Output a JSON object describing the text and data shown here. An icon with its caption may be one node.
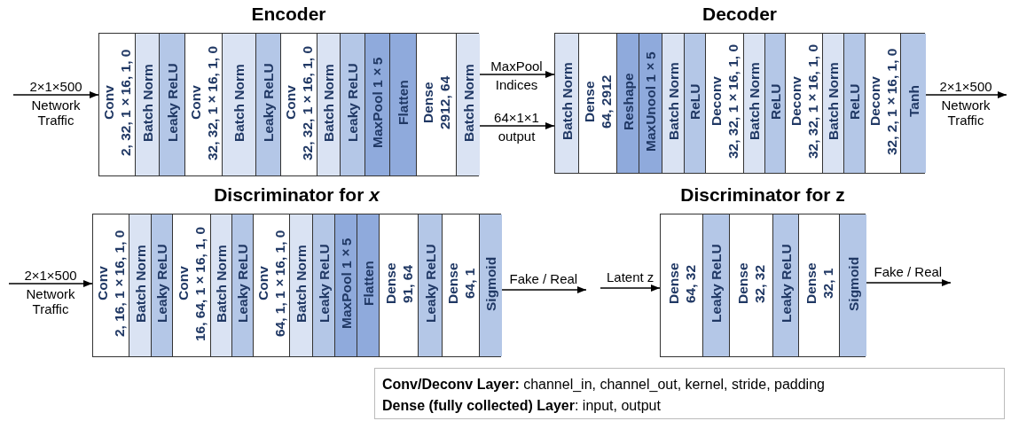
{
  "diagram": {
    "nodes": [
      {
        "text": [
          "Encoder"
        ]
      },
      {
        "text": [
          "Conv",
          "2, 32, 1×16, 1, 0"
        ],
        "in": 0
      },
      {
        "text": [
          "Batch Norm"
        ],
        "in": 0
      },
      {
        "text": [
          "Leaky ReLU"
        ],
        "in": 0
      },
      {
        "text": [
          "Conv",
          "32, 32, 1×16, 1, 0"
        ],
        "in": 0
      },
      {
        "text": [
          "Batch Norm"
        ],
        "in": 0
      },
      {
        "text": [
          "Leaky ReLU"
        ],
        "in": 0
      },
      {
        "text": [
          "Conv",
          "32, 32, 1×16, 1, 0"
        ],
        "in": 0
      },
      {
        "text": [
          "Batch Norm"
        ],
        "in": 0
      },
      {
        "text": [
          "Leaky ReLU"
        ],
        "in": 0
      },
      {
        "text": [
          "MaxPool 1×5"
        ],
        "in": 0
      },
      {
        "text": [
          "Flatten"
        ],
        "in": 0
      },
      {
        "text": [
          "Dense",
          "2912, 64"
        ],
        "in": 0
      },
      {
        "text": [
          "Batch Norm"
        ],
        "in": 0
      },
      {
        "text": [
          "Decoder"
        ]
      },
      {
        "text": [
          "Batch Norm"
        ],
        "in": 14
      },
      {
        "text": [
          "Dense",
          "64, 2912"
        ],
        "in": 14
      },
      {
        "text": [
          "Reshape"
        ],
        "in": 14
      },
      {
        "text": [
          "MaxUnool 1×5"
        ],
        "in": 14
      },
      {
        "text": [
          "Batch Norm"
        ],
        "in": 14
      },
      {
        "text": [
          "ReLU"
        ],
        "in": 14
      },
      {
        "text": [
          "Deconv",
          "32, 32, 1×16, 1, 0"
        ],
        "in": 14
      },
      {
        "text": [
          "Batch Norm"
        ],
        "in": 14
      },
      {
        "text": [
          "ReLU"
        ],
        "in": 14
      },
      {
        "text": [
          "Deconv",
          "32, 32, 1×16, 1, 0"
        ],
        "in": 14
      },
      {
        "text": [
          "Batch Norm"
        ],
        "in": 14
      },
      {
        "text": [
          "ReLU"
        ],
        "in": 14
      },
      {
        "text": [
          "Deconv",
          "32, 2, 1×16, 1, 0"
        ],
        "in": 14
      },
      {
        "text": [
          "Tanh"
        ],
        "in": 14
      },
      {
        "text": [
          "Discriminator for *x*"
        ]
      },
      {
        "text": [
          "Conv",
          "2, 16, 1×16, 1, 0"
        ],
        "in": 29
      },
      {
        "text": [
          "Batch Norm"
        ],
        "in": 29
      },
      {
        "text": [
          "Leaky ReLU"
        ],
        "in": 29
      },
      {
        "text": [
          "Conv",
          "16, 64, 1×16, 1, 0"
        ],
        "in": 29
      },
      {
        "text": [
          "Batch Norm"
        ],
        "in": 29
      },
      {
        "text": [
          "Leaky ReLU"
        ],
        "in": 29
      },
      {
        "text": [
          "Conv",
          "64, 1, 1×16, 1, 0"
        ],
        "in": 29
      },
      {
        "text": [
          "Batch Norm"
        ],
        "in": 29
      },
      {
        "text": [
          "Leaky ReLU"
        ],
        "in": 29
      },
      {
        "text": [
          "MaxPool 1×5"
        ],
        "in": 29
      },
      {
        "text": [
          "Flatten"
        ],
        "in": 29
      },
      {
        "text": [
          "Dense",
          "91, 64"
        ],
        "in": 29
      },
      {
        "text": [
          "Leaky ReLU"
        ],
        "in": 29
      },
      {
        "text": [
          "Dense",
          "64, 1"
        ],
        "in": 29
      },
      {
        "text": [
          "Sigmoid"
        ],
        "in": 29
      },
      {
        "text": [
          "Discriminator for z"
        ]
      },
      {
        "text": [
          "Dense",
          "64, 32"
        ],
        "in": 45
      },
      {
        "text": [
          "Leaky ReLU"
        ],
        "in": 45
      },
      {
        "text": [
          "Dense",
          "32, 32"
        ],
        "in": 45
      },
      {
        "text": [
          "Leaky ReLU"
        ],
        "in": 45
      },
      {
        "text": [
          "Dense",
          "32, 1"
        ],
        "in": 45
      },
      {
        "text": [
          "Sigmoid"
        ],
        "in": 45
      },
      {
        "text": [
          "**Conv/Deconv Layer:** channel_in, channel_out, kernel, stride, padding",
          "**Dense (fully collected) Layer**: input, output"
        ]
      }
    ],
    "edges": [
      {
        "from": null,
        "to": 0,
        "arrow": "to",
        "label": "2×1×500 Network Traffic"
      },
      {
        "from": 0,
        "to": 14,
        "arrow": "to",
        "label": "MaxPool Indices"
      },
      {
        "from": 0,
        "to": 14,
        "arrow": "to",
        "label": "64×1×1 output"
      },
      {
        "from": 14,
        "to": null,
        "arrow": "to",
        "label": "2×1×500 Network Traffic"
      },
      {
        "from": null,
        "to": 29,
        "arrow": "to",
        "label": "2×1×500 Network Traffic"
      },
      {
        "from": 29,
        "to": null,
        "arrow": "to",
        "label": "Fake / Real"
      },
      {
        "from": null,
        "to": 45,
        "arrow": "to",
        "label": "Latent z"
      },
      {
        "from": 45,
        "to": null,
        "arrow": "to",
        "label": "Fake / Real"
      }
    ]
  }
}
